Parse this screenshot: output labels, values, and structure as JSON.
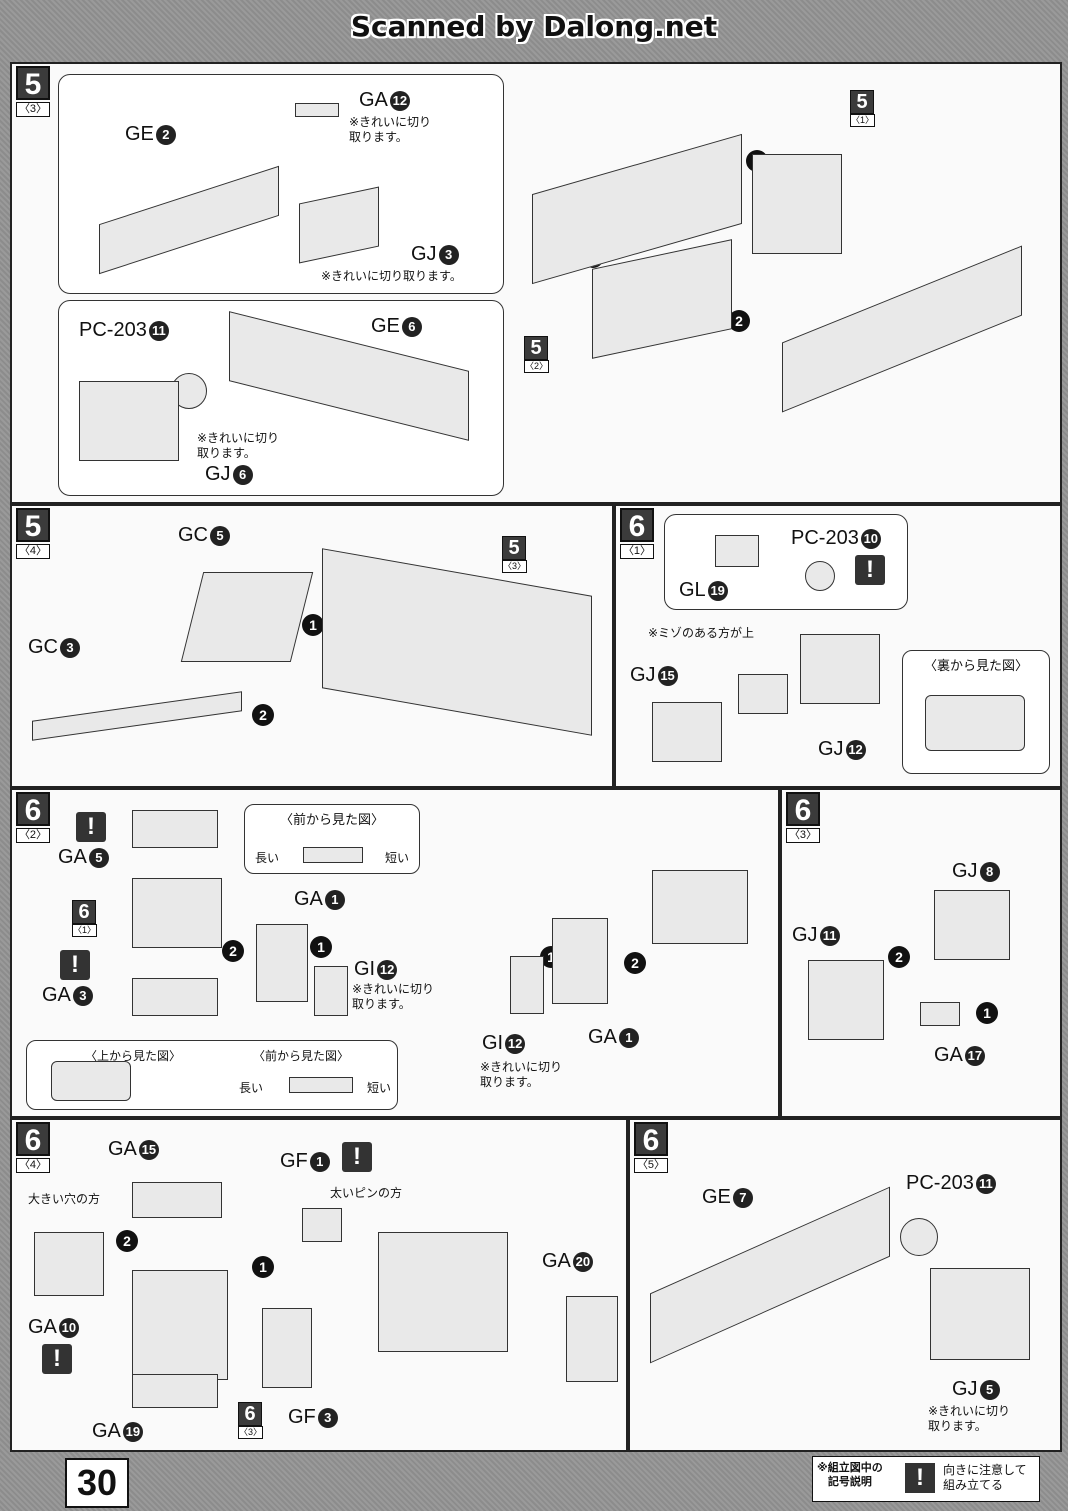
{
  "banner": "Scanned by Dalong.net",
  "page_number": "30",
  "legend": {
    "title": "※組立図中の\n記号説明",
    "icon": "!",
    "text": "向きに注意して\n組み立てる"
  },
  "steps": {
    "s5_3": {
      "num": "5",
      "sub": "〈3〉",
      "labels": {
        "ga12": {
          "code": "GA",
          "n": "12"
        },
        "ge2": {
          "code": "GE",
          "n": "2"
        },
        "gj3": {
          "code": "GJ",
          "n": "3"
        },
        "pc203_11": {
          "code": "PC-203",
          "n": "11"
        },
        "ge6": {
          "code": "GE",
          "n": "6"
        },
        "gj6": {
          "code": "GJ",
          "n": "6"
        }
      },
      "notes": {
        "ga12": "※きれいに切り\n取ります。",
        "gj3": "※きれいに切り取ります。",
        "gj6": "※きれいに切り\n取ります。"
      },
      "refs": {
        "ref1": {
          "num": "5",
          "sub": "〈1〉"
        },
        "ref2": {
          "num": "5",
          "sub": "〈2〉"
        }
      },
      "arrows": [
        "1",
        "1",
        "2"
      ]
    },
    "s5_4": {
      "num": "5",
      "sub": "〈4〉",
      "labels": {
        "gc5": {
          "code": "GC",
          "n": "5"
        },
        "gc3": {
          "code": "GC",
          "n": "3"
        }
      },
      "ref": {
        "num": "5",
        "sub": "〈3〉"
      },
      "arrows": [
        "1",
        "2"
      ]
    },
    "s6_1": {
      "num": "6",
      "sub": "〈1〉",
      "labels": {
        "pc203_10": {
          "code": "PC-203",
          "n": "10"
        },
        "gl19": {
          "code": "GL",
          "n": "19"
        },
        "gj15": {
          "code": "GJ",
          "n": "15"
        },
        "gj12": {
          "code": "GJ",
          "n": "12"
        }
      },
      "notes": {
        "groove": "※ミゾのある方が上"
      },
      "view_title": "〈裏から見た図〉",
      "warn": "!"
    },
    "s6_2": {
      "num": "6",
      "sub": "〈2〉",
      "labels": {
        "ga5": {
          "code": "GA",
          "n": "5"
        },
        "ga3": {
          "code": "GA",
          "n": "3"
        },
        "ga1a": {
          "code": "GA",
          "n": "1"
        },
        "gi12a": {
          "code": "GI",
          "n": "12"
        },
        "gi12b": {
          "code": "GI",
          "n": "12"
        },
        "ga1b": {
          "code": "GA",
          "n": "1"
        }
      },
      "notes": {
        "gi12a": "※きれいに切り\n取ります。",
        "gi12b": "※きれいに切り\n取ります。"
      },
      "front_view": {
        "title": "〈前から見た図〉",
        "long": "長い",
        "short": "短い"
      },
      "top_view": {
        "title": "〈上から見た図〉"
      },
      "front_view2": {
        "title": "〈前から見た図〉",
        "long": "長い",
        "short": "短い"
      },
      "ref": {
        "num": "6",
        "sub": "〈1〉"
      },
      "warn": "!",
      "arrows": [
        "2",
        "1",
        "1",
        "2"
      ]
    },
    "s6_3": {
      "num": "6",
      "sub": "〈3〉",
      "labels": {
        "gj8": {
          "code": "GJ",
          "n": "8"
        },
        "gj11": {
          "code": "GJ",
          "n": "11"
        },
        "ga17": {
          "code": "GA",
          "n": "17"
        }
      },
      "arrows": [
        "2",
        "1"
      ]
    },
    "s6_4": {
      "num": "6",
      "sub": "〈4〉",
      "labels": {
        "ga15": {
          "code": "GA",
          "n": "15"
        },
        "gf1": {
          "code": "GF",
          "n": "1"
        },
        "ga20": {
          "code": "GA",
          "n": "20"
        },
        "ga10": {
          "code": "GA",
          "n": "10"
        },
        "ga19": {
          "code": "GA",
          "n": "19"
        },
        "gf3": {
          "code": "GF",
          "n": "3"
        }
      },
      "notes": {
        "big_hole": "大きい穴の方",
        "thick_pin": "太いピンの方"
      },
      "ref": {
        "num": "6",
        "sub": "〈3〉"
      },
      "warn": "!",
      "arrows": [
        "2",
        "1"
      ]
    },
    "s6_5": {
      "num": "6",
      "sub": "〈5〉",
      "labels": {
        "ge7": {
          "code": "GE",
          "n": "7"
        },
        "pc203_11": {
          "code": "PC-203",
          "n": "11"
        },
        "gj5": {
          "code": "GJ",
          "n": "5"
        }
      },
      "notes": {
        "gj5": "※きれいに切り\n取ります。"
      }
    }
  }
}
